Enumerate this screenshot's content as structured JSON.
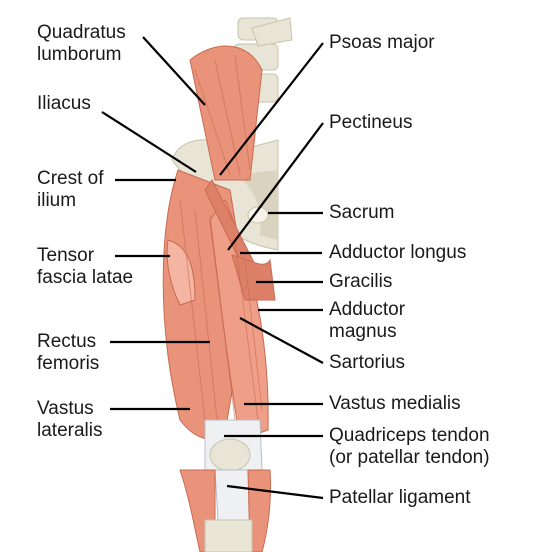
{
  "labels": {
    "quadratus_lumborum": [
      "Quadratus",
      "lumborum"
    ],
    "iliacus": [
      "Iliacus"
    ],
    "crest_of_ilium": [
      "Crest of",
      "ilium"
    ],
    "tensor_fascia_latae": [
      "Tensor",
      "fascia latae"
    ],
    "rectus_femoris": [
      "Rectus",
      "femoris"
    ],
    "vastus_lateralis": [
      "Vastus",
      "lateralis"
    ],
    "psoas_major": [
      "Psoas major"
    ],
    "pectineus": [
      "Pectineus"
    ],
    "sacrum": [
      "Sacrum"
    ],
    "adductor_longus": [
      "Adductor longus"
    ],
    "gracilis": [
      "Gracilis"
    ],
    "adductor_magnus": [
      "Adductor",
      "magnus"
    ],
    "sartorius": [
      "Sartorius"
    ],
    "vastus_medialis": [
      "Vastus medialis"
    ],
    "quadriceps_tendon": [
      "Quadriceps tendon",
      "(or patellar tendon)"
    ],
    "patellar_ligament": [
      "Patellar ligament"
    ]
  },
  "colors": {
    "muscle": "#e8937a",
    "muscle_dark": "#c96a52",
    "muscle_light": "#f4b6a2",
    "bone": "#e8e4d6",
    "bone_shadow": "#c9c3ad",
    "tendon": "#eef0f2",
    "leader": "#000000"
  }
}
